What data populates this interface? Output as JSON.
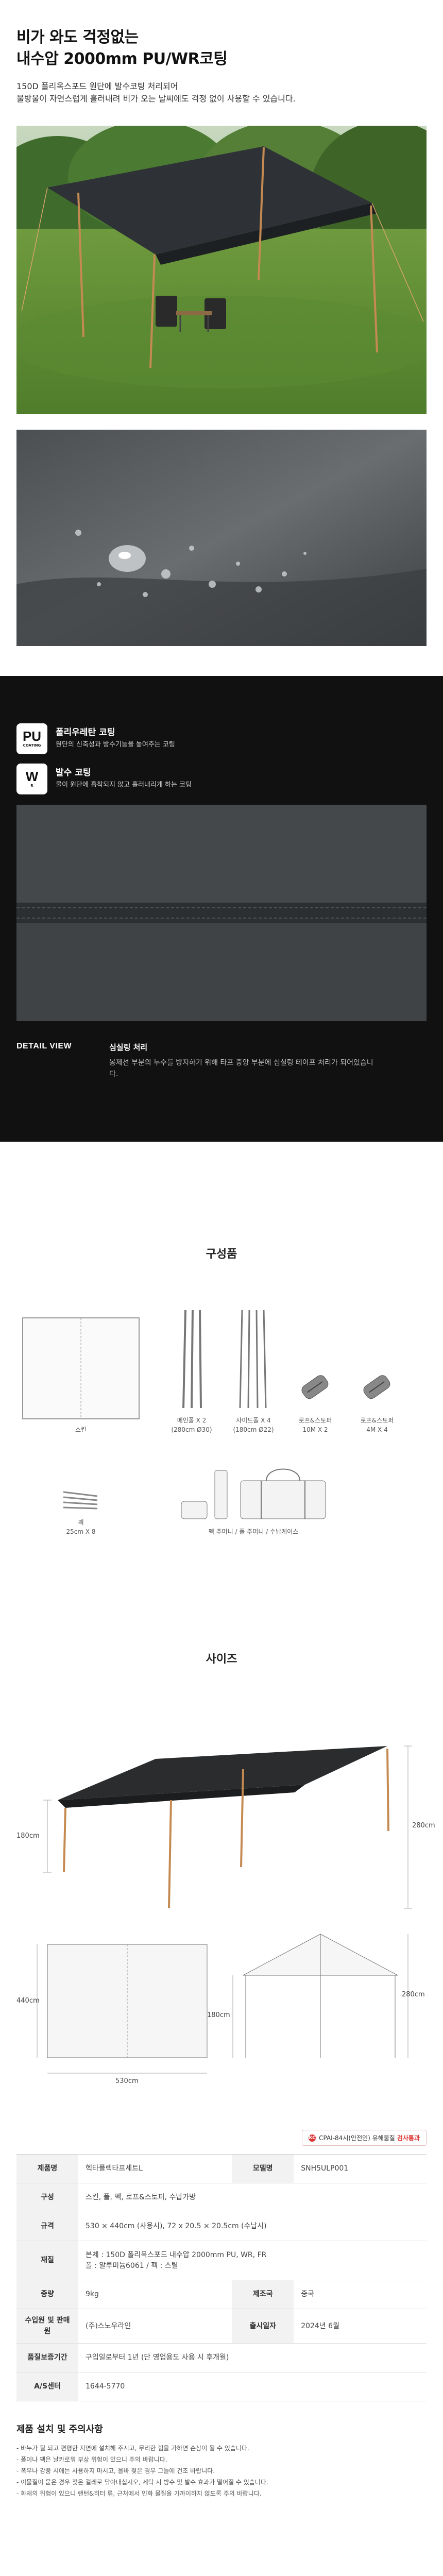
{
  "intro": {
    "title_line1": "비가 와도 걱정없는",
    "title_line2": "내수압 2000mm PU/WR코팅",
    "desc_line1": "150D 폴리옥스포드 원단에 발수코팅 처리되어",
    "desc_line2": "물방울이 자연스럽게 흘러내려 비가 오는 날씨에도 걱정 없이 사용할 수 있습니다."
  },
  "features": [
    {
      "icon": "pu-coating-icon",
      "badge_big": "PU",
      "badge_small": "COATING",
      "title": "폴리우레탄 코팅",
      "desc": "원단의 신축성과 방수기능을 높여주는 코팅"
    },
    {
      "icon": "water-repellent-icon",
      "badge_big": "W",
      "badge_small": "R",
      "title": "발수 코팅",
      "desc": "물이 원단에 흡착되지 않고 흘러내리게 하는 코팅"
    }
  ],
  "detail": {
    "label": "DETAIL VIEW",
    "title": "심실링 처리",
    "desc": "봉제선 부분의 누수를 방지하기 위해 타프 중앙 부분에 심실링 테이프 처리가 되어있습니다."
  },
  "components": {
    "title": "구성품",
    "row1": [
      {
        "name": "skin",
        "label": "스킨"
      },
      {
        "name": "main-pole",
        "label": "메인폴 X 2\n(280cm Ø30)"
      },
      {
        "name": "side-pole",
        "label": "사이드폴 X 4\n(180cm Ø22)"
      },
      {
        "name": "rope-stopper-10m",
        "label": "로프&스토퍼\n10M X 2"
      },
      {
        "name": "rope-stopper-4m",
        "label": "로프&스토퍼\n4M X 4"
      }
    ],
    "row2": [
      {
        "name": "pegs",
        "label": "펙\n25cm X 8"
      },
      {
        "name": "bags",
        "label": "펙 주머니 / 폴 주머니 / 수납케이스"
      }
    ]
  },
  "sizes": {
    "title": "사이즈",
    "height_side": "180cm",
    "height_main": "280cm",
    "floor_length": "440cm",
    "floor_width": "530cm",
    "front_side": "180cm",
    "front_main": "280cm"
  },
  "cert": {
    "mark": "KC",
    "text": "CPAI-84시(안전인) 유해물질",
    "highlight": "검사통과"
  },
  "spec": {
    "rows": [
      {
        "k": "제품명",
        "v": "헥타플렉타프세트L",
        "k2": "모델명",
        "v2": "SNH5ULP001"
      },
      {
        "k": "구성",
        "v": "스킨, 폴, 펙, 로프&스토퍼, 수납가방"
      },
      {
        "k": "규격",
        "v": "530 × 440cm (사용시), 72 x 20.5 × 20.5cm (수납시)"
      },
      {
        "k": "재질",
        "v": "본체 : 150D 폴리옥스포드 내수압 2000mm PU, WR, FR\n폴 : 알루미늄6061 / 펙 : 스틸"
      },
      {
        "k": "중량",
        "v": "9kg",
        "k2": "제조국",
        "v2": "중국"
      },
      {
        "k": "수입원 및 판매원",
        "v": "(주)스노우라인",
        "k2": "출시일자",
        "v2": "2024년 6월"
      },
      {
        "k": "품질보증기간",
        "v": "구입일로부터 1년 (단 영업용도 사용 시 후개월)"
      },
      {
        "k": "A/S센터",
        "v": "1644-5770"
      }
    ]
  },
  "notes": {
    "title": "제품 설치 및 주의사항",
    "items": [
      "- 바누가 될 되고 편평한 지면에 설치해 주시고, 무리한 힘을 가하면 손상이 될 수 있습니다.",
      "- 폴이나 펙은 날카로워 부상 위험이 있으니 주의 바랍니다.",
      "- 폭우나 강풍 시에는 사용하지 마시고, 올바 젖은 경우 그늘에 건조 바랍니다.",
      "- 이물질이 묻은 경우 젖은 걸레로 닦아내십시오, 세탁 시 방수 및 발수 효과가 떨어질 수 있습니다.",
      "- 화재의 위험이 있으니 랜턴&히터 류, 근처에서 인화 물질을 가까이하지 않도록 주의 바랍니다."
    ]
  }
}
